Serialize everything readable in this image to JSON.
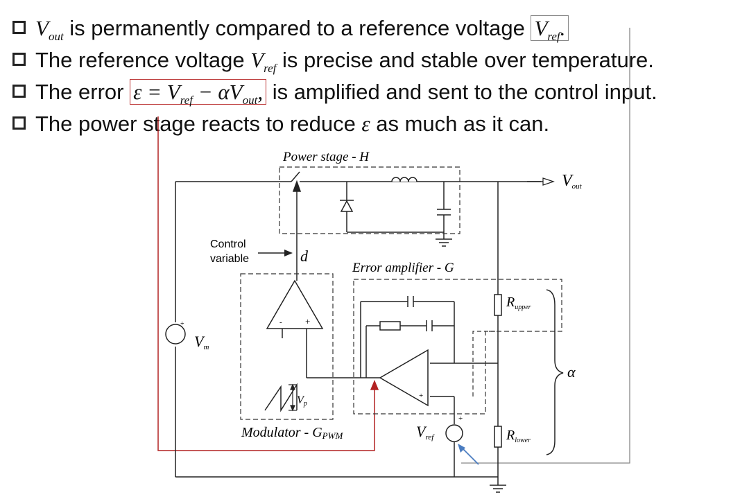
{
  "bullets": [
    {
      "pre": "",
      "math": "V",
      "sub": "out",
      "post": " is permanently compared to a reference voltage ",
      "math2": "V",
      "sub2": "ref",
      "tail": "."
    },
    {
      "pre": "The reference voltage ",
      "math": "V",
      "sub": "ref",
      "post": " is precise and stable over temperature."
    },
    {
      "pre": "The error ",
      "math": "ε = V",
      "sub": "ref",
      "math2": " − αV",
      "sub2": "out",
      "tail": ",",
      "post": " is amplified and sent to the control input."
    },
    {
      "pre": "The power stage reacts to reduce ",
      "math": "ε",
      "post": " as much as it can."
    }
  ],
  "diagram": {
    "power_stage_label": "Power stage - H",
    "vout_label": "V",
    "vout_sub": "out",
    "control_label_1": "Control",
    "control_label_2": "variable",
    "d_label": "d",
    "error_amp_label": "Error amplifier - G",
    "r_upper": "R",
    "r_upper_sub": "upper",
    "r_lower": "R",
    "r_lower_sub": "lower",
    "alpha_label": "α",
    "vm_label": "V",
    "vm_sub": "m",
    "vp_label": "V",
    "vp_sub": "p",
    "modulator_label": "Modulator - G",
    "modulator_sub": "PWM",
    "vref_label": "V",
    "vref_sub": "ref",
    "plus_sign": "+",
    "minus_sign": "-"
  },
  "colors": {
    "wire": "#222222",
    "red_wire": "#b22222",
    "blue_arrow": "#4a7cc0",
    "dashed": "#333333"
  }
}
